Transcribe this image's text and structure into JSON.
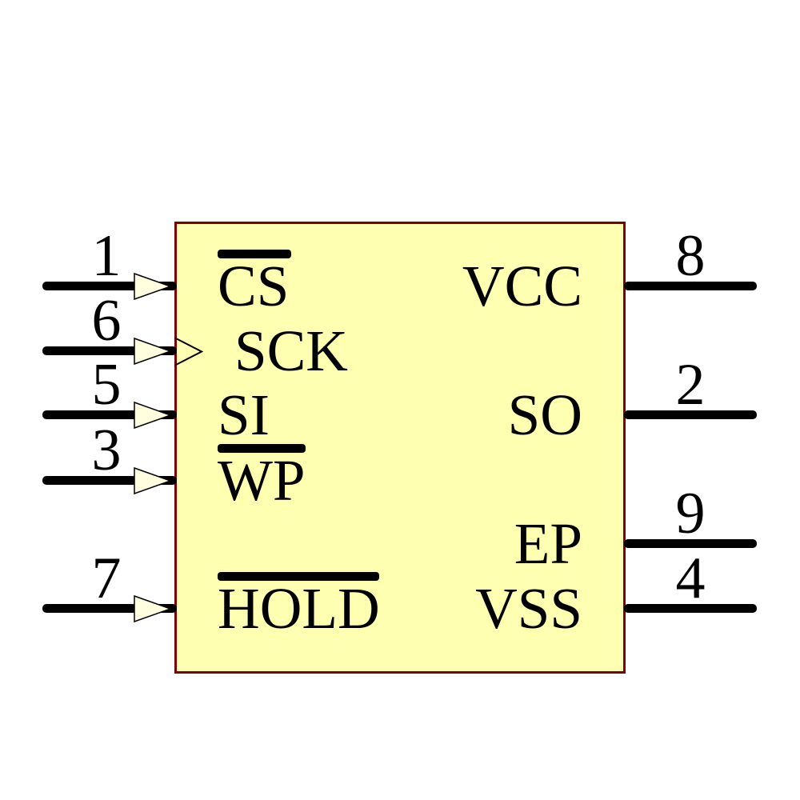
{
  "component": {
    "kind": "ic-schematic-symbol",
    "body_fill": "#FFFFB2",
    "body_border": "#7F0000",
    "arrow_fill": "#FFFFDF",
    "pin_color": "#000000"
  },
  "pins": {
    "left": [
      {
        "number": "1",
        "name": "CS",
        "overline": true,
        "clock": false
      },
      {
        "number": "6",
        "name": "SCK",
        "overline": false,
        "clock": true
      },
      {
        "number": "5",
        "name": "SI",
        "overline": false,
        "clock": false
      },
      {
        "number": "3",
        "name": "WP",
        "overline": true,
        "clock": false
      },
      {
        "number": "7",
        "name": "HOLD",
        "overline": true,
        "clock": false
      }
    ],
    "right": [
      {
        "number": "8",
        "name": "VCC"
      },
      {
        "number": "2",
        "name": "SO"
      },
      {
        "number": "9",
        "name": "EP"
      },
      {
        "number": "4",
        "name": "VSS"
      }
    ]
  }
}
